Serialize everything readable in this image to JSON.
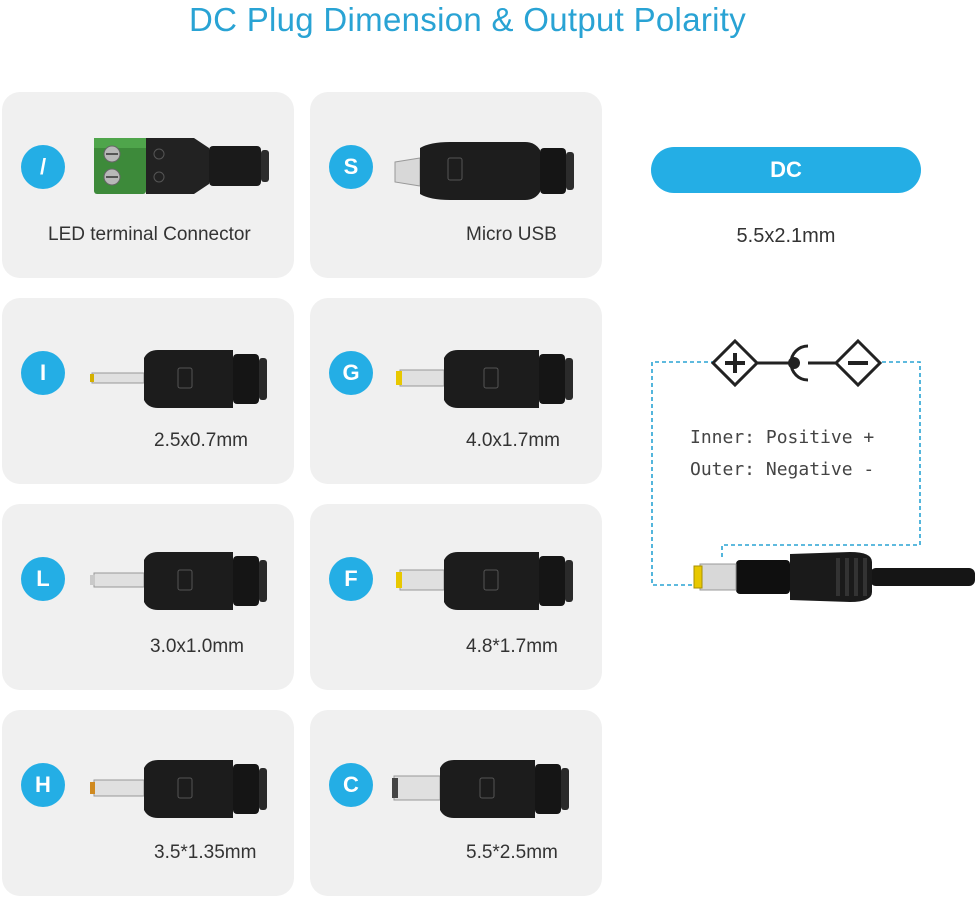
{
  "title": "DC Plug Dimension & Output Polarity",
  "colors": {
    "accent": "#24aee5",
    "title": "#29a3d4",
    "card_bg": "#f0f0f0"
  },
  "cards": [
    {
      "letter": "/",
      "label": "LED terminal Connector",
      "icon": "terminal-block-connector-icon"
    },
    {
      "letter": "S",
      "label": "Micro USB",
      "icon": "micro-usb-adapter-icon"
    },
    {
      "letter": "I",
      "label": "2.5x0.7mm",
      "icon": "dc-plug-tip-icon"
    },
    {
      "letter": "G",
      "label": "4.0x1.7mm",
      "icon": "dc-plug-tip-icon"
    },
    {
      "letter": "L",
      "label": "3.0x1.0mm",
      "icon": "dc-plug-tip-icon"
    },
    {
      "letter": "F",
      "label": "4.8*1.7mm",
      "icon": "dc-plug-tip-icon"
    },
    {
      "letter": "H",
      "label": "3.5*1.35mm",
      "icon": "dc-plug-tip-icon"
    },
    {
      "letter": "C",
      "label": "5.5*2.5mm",
      "icon": "dc-plug-tip-icon"
    }
  ],
  "dc": {
    "pill": "DC",
    "size": "5.5x2.1mm",
    "inner": "Inner: Positive +",
    "outer": "Outer: Negative -"
  }
}
